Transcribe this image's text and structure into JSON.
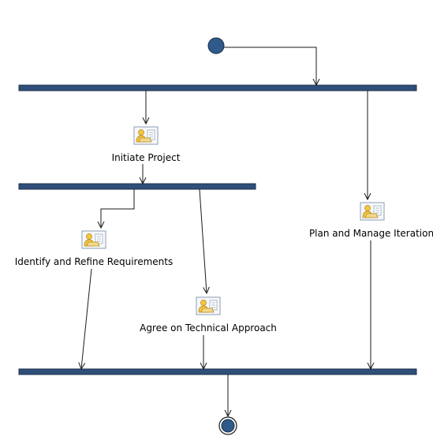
{
  "diagram": {
    "activities": {
      "initiate_project": "Initiate Project",
      "plan_manage_iteration": "Plan and Manage Iteration",
      "identify_refine_requirements": "Identify and Refine Requirements",
      "agree_technical_approach": "Agree on Technical Approach"
    },
    "colors": {
      "bar": "#2f4f7a",
      "node": "#2f5a8a",
      "icon_frame": "#8a9ab0",
      "icon_person": "#f5c542"
    },
    "icons": [
      "task-icon"
    ]
  }
}
